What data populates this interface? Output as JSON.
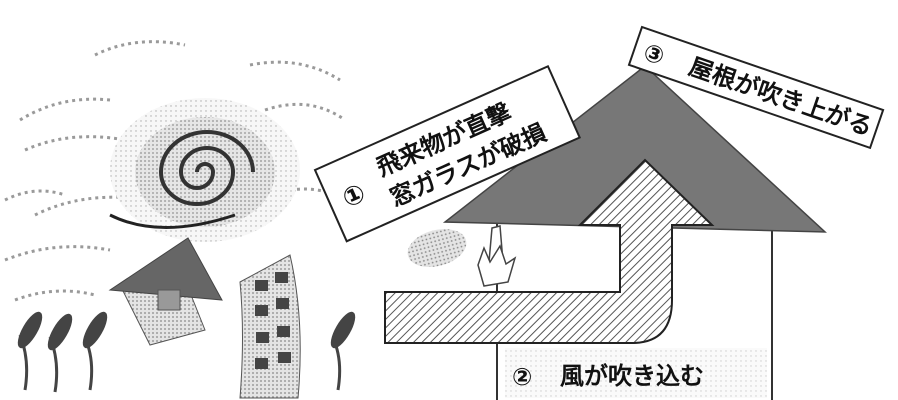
{
  "labels": {
    "step1_number": "①",
    "step1_line1": "飛来物が直撃",
    "step1_line2": "窓ガラスが破損",
    "step2_number": "②",
    "step2_text": "風が吹き込む",
    "step3_number": "③",
    "step3_text": "屋根が吹き上がる"
  },
  "colors": {
    "roof": "#777777",
    "hatch": "#555555",
    "ink": "#111111",
    "wind": "#9a9a9a"
  }
}
